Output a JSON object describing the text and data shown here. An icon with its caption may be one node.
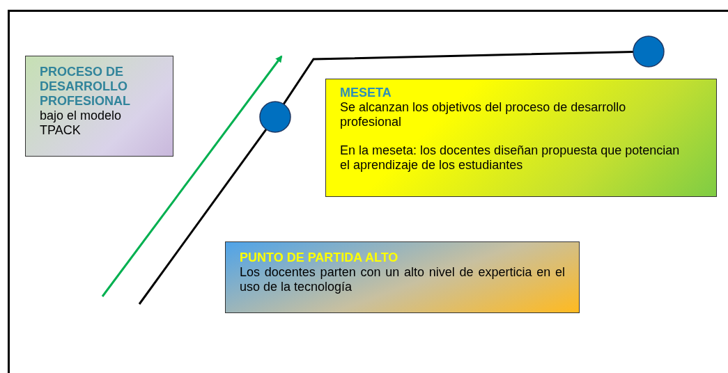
{
  "diagram": {
    "nodes": [
      {
        "text": [
          "PROCESO DE DESARROLLO PROFESIONAL",
          "bajo el modelo TPACK"
        ]
      },
      {
        "text": [
          "MESETA",
          "Se alcanzan los objetivos del proceso de desarrollo profesional",
          "En la meseta: los docentes diseñan propuesta que potencian el aprendizaje de los estudiantes"
        ]
      },
      {
        "text": [
          "PUNTO DE PARTIDA ALTO",
          "Los docentes parten con un alto nivel de experticia en el uso de la tecnología"
        ]
      },
      {
        "text": [],
        "shape": "circle"
      },
      {
        "text": [],
        "shape": "circle"
      }
    ],
    "edges": [
      {
        "from": null,
        "to": 3,
        "arrow": "none"
      },
      {
        "from": 3,
        "to": 4,
        "arrow": "none"
      }
    ]
  }
}
